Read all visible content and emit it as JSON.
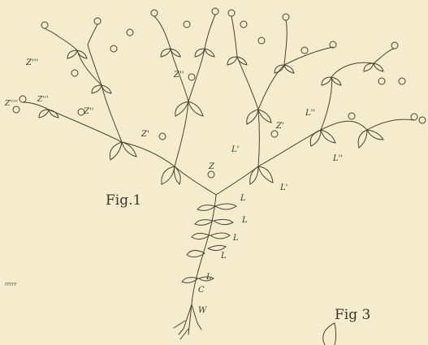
{
  "figure": {
    "caption_fig1": "Fig.1",
    "caption_fig3": "Fig 3",
    "labels": {
      "z_main": "Z",
      "z1_left": "Z'",
      "z1_right": "Z'",
      "z2_upper": "Z''",
      "z2_left": "Z''",
      "z3_left": "Z'''",
      "z3_inner": "Z'''",
      "z4_left": "Z''''",
      "l_stem1": "L",
      "l_stem2": "L",
      "l_stem3": "L",
      "l_stem4": "L",
      "l_stem5": "L",
      "l1_left": "L'",
      "l1_right": "L'",
      "l2_right_top": "L''",
      "l2_right_bottom": "L''",
      "c_label": "C",
      "w_label": "W",
      "margin_mark": "rrrrr"
    }
  }
}
